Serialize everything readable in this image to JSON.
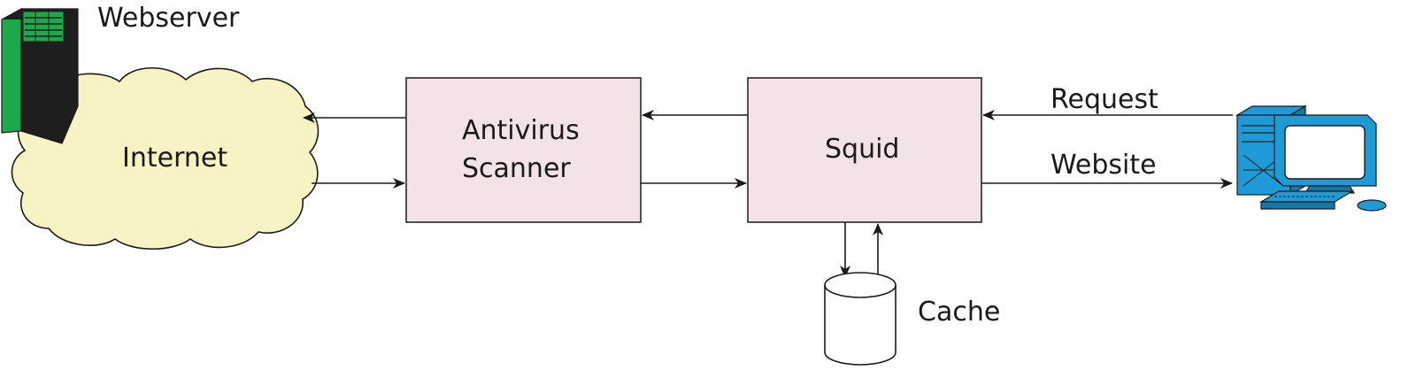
{
  "labels": {
    "webserver": "Webserver",
    "internet": "Internet",
    "antivirus_line1": "Antivirus",
    "antivirus_line2": "Scanner",
    "squid": "Squid",
    "request": "Request",
    "website": "Website",
    "cache": "Cache"
  },
  "icons": {
    "webserver": "server-tower-icon",
    "client": "desktop-computer-icon",
    "cache": "database-cylinder-icon"
  },
  "colors": {
    "box_fill": "#f3e3e6",
    "cloud_fill": "#f8f3c4",
    "server_green": "#1fa84a",
    "server_black": "#1e1e1e",
    "computer_blue": "#1e9ad6"
  }
}
